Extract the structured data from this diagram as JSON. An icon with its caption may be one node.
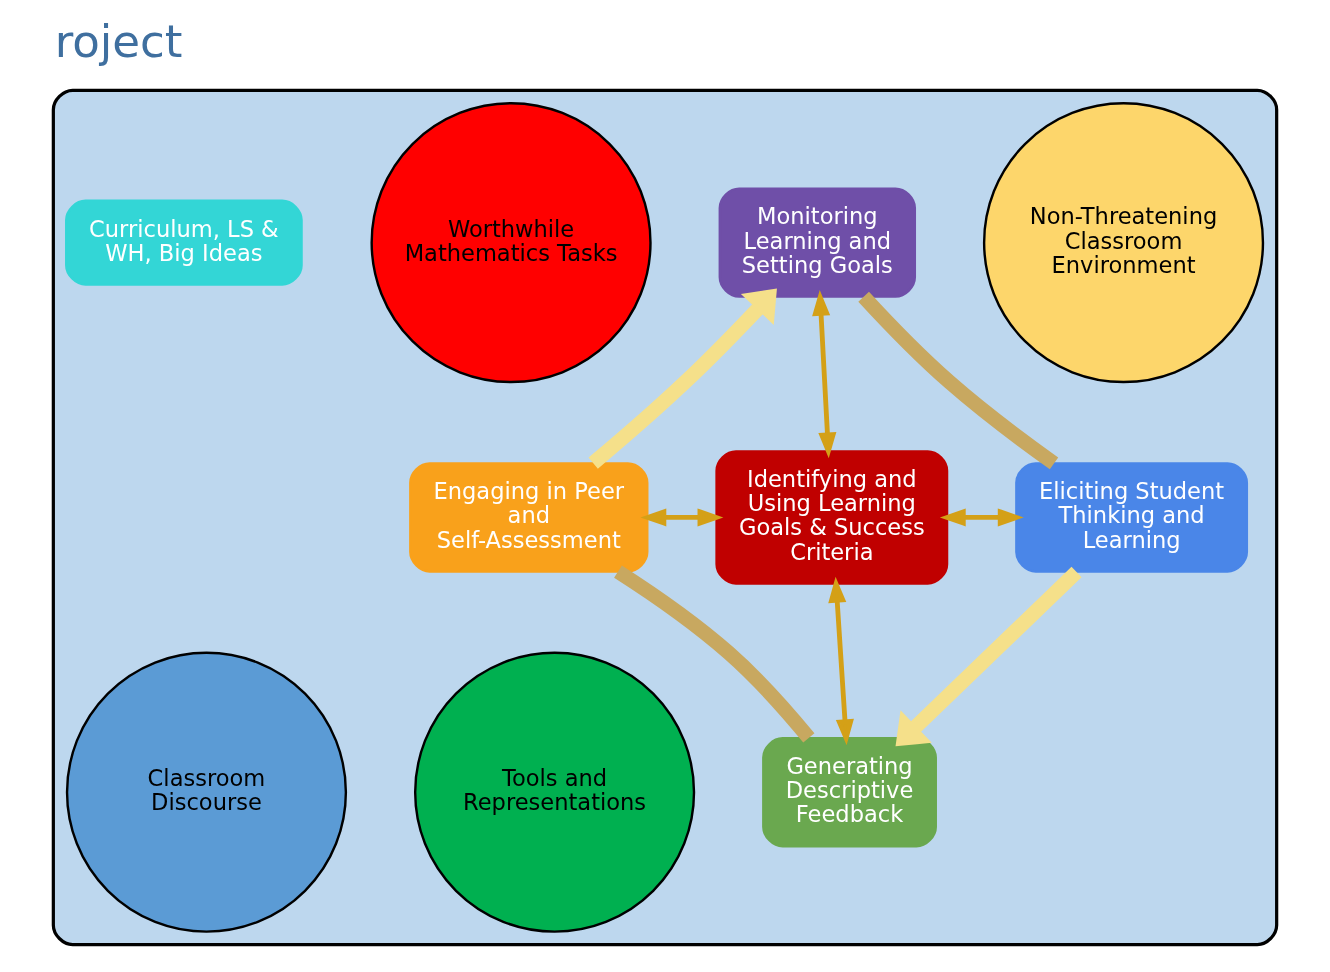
{
  "diagram": {
    "title": "roject",
    "nodes": [
      {
        "text": [],
        "shape": "ellipse"
      },
      {
        "text": [
          "Non-Threatening Classroom Environment"
        ],
        "in": 0
      },
      {
        "text": [
          "Monitoring Learning and Setting Goals"
        ],
        "in": 0
      },
      {
        "text": [
          "Worthwhile Mathematics Tasks"
        ],
        "in": 0
      },
      {
        "text": [
          "Curriculum, LS & WH, Big Ideas"
        ],
        "in": 0
      },
      {
        "text": [
          "Engaging in Peer and Self-Assessment"
        ],
        "in": 0
      },
      {
        "text": [
          "Identifying and Using Learning Goals & Success Criteria"
        ],
        "in": 0
      },
      {
        "text": [
          "Eliciting Student Thinking and Learning"
        ],
        "in": 0
      },
      {
        "text": [
          "Tools and Representations"
        ],
        "in": 0
      },
      {
        "text": [
          "Classroom Discourse"
        ],
        "in": 0
      },
      {
        "text": [
          "Generating Descriptive Feedback"
        ],
        "in": 0
      }
    ],
    "edges": [
      {
        "from": 2,
        "to": 6,
        "arrow": "both"
      },
      {
        "from": 5,
        "to": 6,
        "arrow": "both"
      },
      {
        "from": 6,
        "to": 7,
        "arrow": "both"
      },
      {
        "from": 6,
        "to": 10,
        "arrow": "both"
      },
      {
        "from": 5,
        "to": 2,
        "arrow": "to",
        "style": "thick",
        "color": "#f5e08a"
      },
      {
        "from": 2,
        "to": 7,
        "arrow": "none",
        "style": "thick",
        "color": "#c8a860"
      },
      {
        "from": 7,
        "to": 10,
        "arrow": "to",
        "style": "thick",
        "color": "#f5e08a"
      },
      {
        "from": 10,
        "to": 5,
        "arrow": "none",
        "style": "thick",
        "color": "#c8a860"
      }
    ]
  }
}
